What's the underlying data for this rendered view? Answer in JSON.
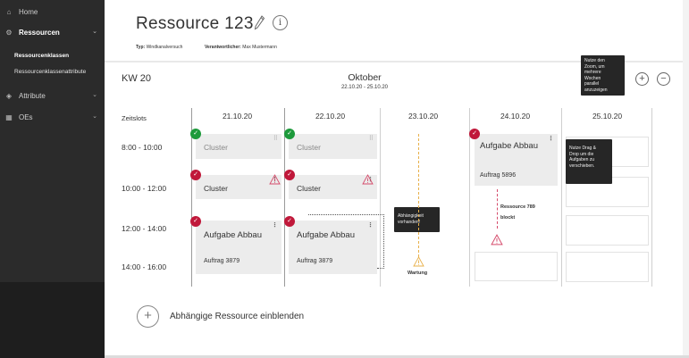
{
  "sidebar": {
    "items": [
      {
        "label": "Home",
        "icon": "home-icon",
        "glyph": "⌂"
      },
      {
        "label": "Ressourcen",
        "icon": "resource-icon",
        "glyph": "⚙"
      },
      {
        "label": "Attribute",
        "icon": "tag-icon",
        "glyph": "◈"
      },
      {
        "label": "OEs",
        "icon": "building-icon",
        "glyph": "▦"
      }
    ],
    "sub_items": [
      "Ressourcenklassen",
      "Ressourcenklassenattribute"
    ]
  },
  "header": {
    "title": "Ressource 123",
    "info_glyph": "i",
    "type_label": "Typ:",
    "type_value": "Windkanalversuch",
    "owner_label": "Verantwortlicher:",
    "owner_value": "Max Mustermann"
  },
  "calendar": {
    "week": "KW 20",
    "month": "Oktober",
    "range": "22.10.20 - 25.10.20",
    "slots_label": "Zeitslots",
    "times": [
      "8:00 - 10:00",
      "10:00 - 12:00",
      "12:00 - 14:00",
      "14:00 - 16:00"
    ],
    "dates": [
      "21.10.20",
      "22.10.20",
      "23.10.20",
      "24.10.20",
      "25.10.20"
    ]
  },
  "zoom": {
    "plus": "+",
    "minus": "−",
    "tooltip": [
      "Nutze den",
      "Zoom, um",
      "mehrere",
      "Wochen",
      "parallel",
      "anzuzeigen"
    ]
  },
  "dragdrop_tooltip": [
    "Nutze Drag &",
    "Drop um die",
    "Aufgaben zu",
    "verschieben."
  ],
  "dependency_tooltip": [
    "Abhängigkeit",
    "vorhanden!"
  ],
  "cards": {
    "cluster": "Cluster",
    "aufgabe": "Aufgabe Abbau",
    "auftrag_3879": "Auftrag 3879",
    "auftrag_5896": "Auftrag 5896",
    "ressource_789": "Ressource 789",
    "blockt": "blockt",
    "wartung": "Wartung"
  },
  "badges": {
    "check": "✓"
  },
  "footer": {
    "add_glyph": "+",
    "add_label": "Abhängige Ressource einblenden"
  },
  "colors": {
    "sidebar": "#2b2b2b",
    "green": "#1d9a3b",
    "red": "#c0183a",
    "warning_yellow": "#e8b04a"
  }
}
